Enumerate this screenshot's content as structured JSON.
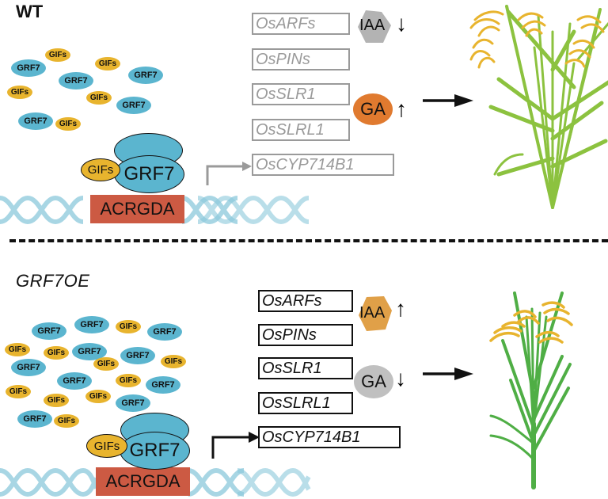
{
  "figure": {
    "colors": {
      "grf7": "#5bb5cf",
      "gifs": "#e8b42e",
      "motif": "#cc5a43",
      "dna": "#8cc9dc",
      "gray_text": "#9a9a9a",
      "iaa_wt": "#b3b3b3",
      "ga_wt": "#e07a2f",
      "iaa_oe": "#e0a048",
      "ga_oe": "#c0c0c0",
      "plant_wt": "#8cc23f",
      "plant_oe": "#4fae45",
      "grain": "#e8b42e"
    },
    "divider": "dashed"
  },
  "wt": {
    "label": "WT",
    "free_proteins": [
      "GIFs",
      "GRF7",
      "GIFs",
      "GRF7",
      "GRF7",
      "GIFs",
      "GIFs",
      "GRF7",
      "GRF7",
      "GIFs"
    ],
    "complex": {
      "gif": "GIFs",
      "grf": "GRF7"
    },
    "motif": "ACRGDA",
    "genes": [
      "OsARFs",
      "OsPINs",
      "OsSLR1",
      "OsSLRL1",
      "OsCYP714B1"
    ],
    "gene_state": "inactive (gray)",
    "hormones": [
      {
        "name": "IAA",
        "direction": "down",
        "arrow": "↓",
        "shape": "hexagon"
      },
      {
        "name": "GA",
        "direction": "up",
        "arrow": "↑",
        "shape": "ellipse"
      }
    ],
    "plant": "tall rice plant"
  },
  "oe": {
    "label": "GRF7OE",
    "free_proteins": [
      "GRF7",
      "GRF7",
      "GIFs",
      "GRF7",
      "GIFs",
      "GIFs",
      "GRF7",
      "GRF7",
      "GIFs",
      "GIFs",
      "GRF7",
      "GRF7",
      "GIFs",
      "GRF7",
      "GIFs",
      "GIFs",
      "GIFs",
      "GRF7",
      "GRF7",
      "GIFs"
    ],
    "complex": {
      "gif": "GIFs",
      "grf": "GRF7"
    },
    "motif": "ACRGDA",
    "genes": [
      "OsARFs",
      "OsPINs",
      "OsSLR1",
      "OsSLRL1",
      "OsCYP714B1"
    ],
    "gene_state": "active (black)",
    "hormones": [
      {
        "name": "IAA",
        "direction": "up",
        "arrow": "↑",
        "shape": "hexagon"
      },
      {
        "name": "GA",
        "direction": "down",
        "arrow": "↓",
        "shape": "ellipse"
      }
    ],
    "plant": "semi-dwarf rice plant"
  }
}
